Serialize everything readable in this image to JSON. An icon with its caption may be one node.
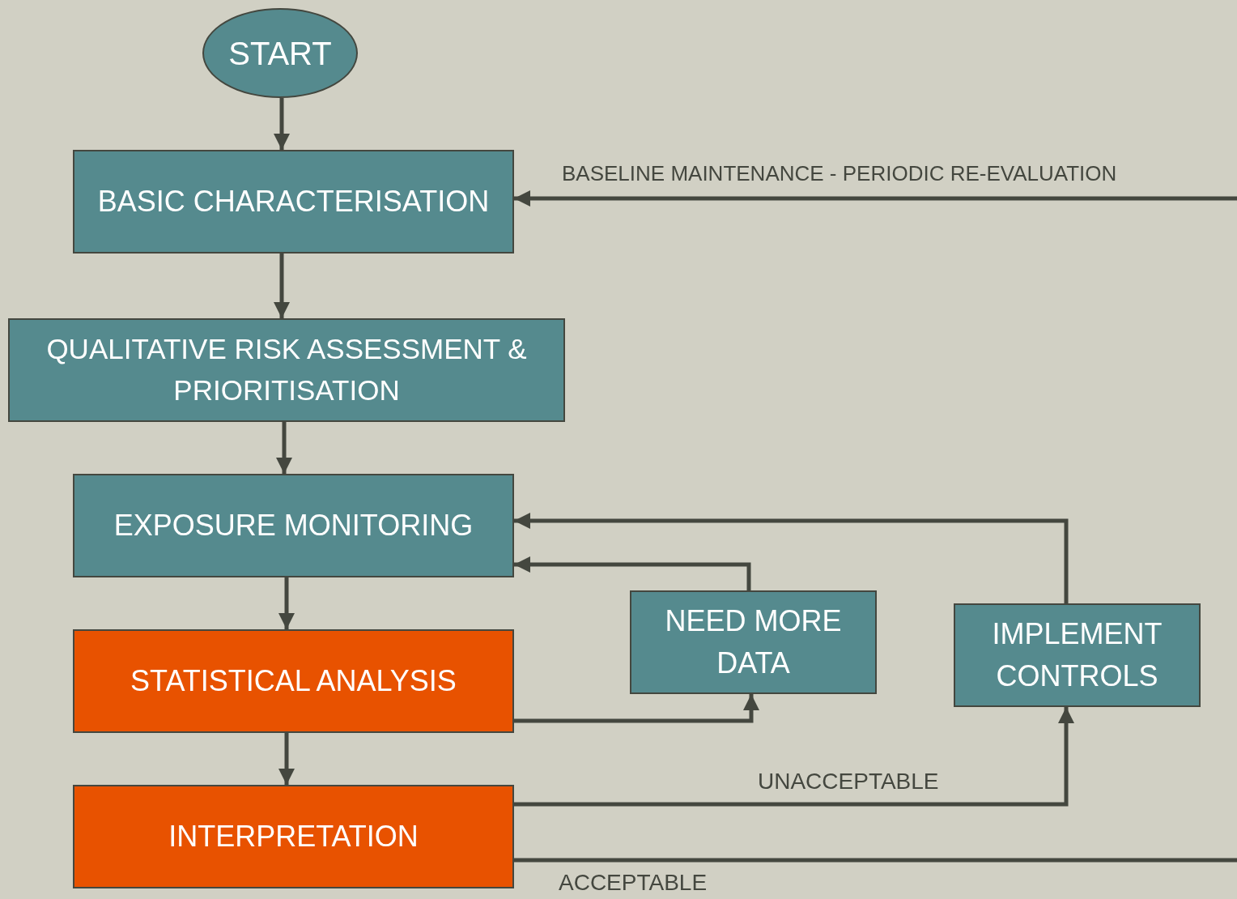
{
  "diagram": {
    "nodes": [
      {
        "text": [
          "START"
        ]
      },
      {
        "text": [
          "BASIC CHARACTERISATION"
        ]
      },
      {
        "text": [
          "QUALITATIVE RISK ASSESSMENT & PRIORITISATION"
        ]
      },
      {
        "text": [
          "EXPOSURE MONITORING"
        ]
      },
      {
        "text": [
          "STATISTICAL ANALYSIS"
        ]
      },
      {
        "text": [
          "INTERPRETATION"
        ]
      },
      {
        "text": [
          "NEED MORE DATA"
        ]
      },
      {
        "text": [
          "IMPLEMENT CONTROLS"
        ]
      }
    ],
    "edges": [
      {
        "from": 0,
        "to": 1,
        "arrow": "to"
      },
      {
        "from": 1,
        "to": 2,
        "arrow": "to"
      },
      {
        "from": 2,
        "to": 3,
        "arrow": "to"
      },
      {
        "from": 3,
        "to": 4,
        "arrow": "to"
      },
      {
        "from": 4,
        "to": 5,
        "arrow": "to"
      },
      {
        "from": 4,
        "to": 6,
        "arrow": "to"
      },
      {
        "from": 6,
        "to": 3,
        "arrow": "to"
      },
      {
        "from": 7,
        "to": 3,
        "arrow": "to"
      },
      {
        "from": 5,
        "to": 7,
        "arrow": "to",
        "label": "UNACCEPTABLE"
      },
      {
        "from": null,
        "to": 1,
        "arrow": "to",
        "label": "BASELINE MAINTENANCE - PERIODIC RE-EVALUATION"
      },
      {
        "from": 5,
        "to": null,
        "arrow": "none",
        "label": "ACCEPTABLE"
      }
    ]
  }
}
